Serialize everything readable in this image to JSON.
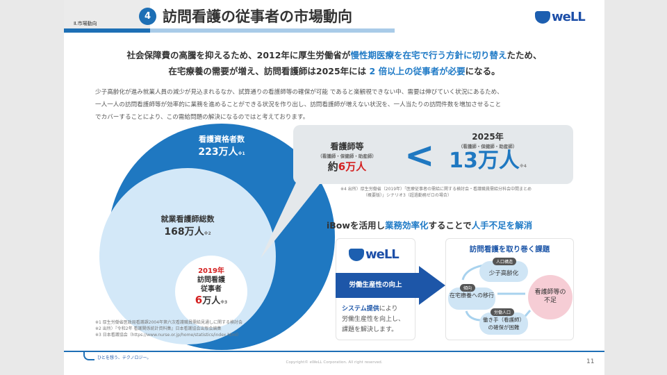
{
  "header": {
    "section": "Ⅱ.市場動向",
    "number": "4",
    "title": "訪問看護の従事者の市場動向",
    "logo": "weLL"
  },
  "headline": {
    "line1_a": "社会保障費の高騰を抑えるため、2012年に厚生労働省が",
    "line1_b": "慢性期医療を在宅で行う方針に切り替え",
    "line1_c": "たため、",
    "line2_a": "在宅療養の需要が増え、訪問看護師は2025年には ",
    "line2_b": "2 倍以上の従事者が必要",
    "line2_c": "になる。"
  },
  "paragraph": [
    "少子高齢化が進み就業人員の減少が見込まれるなか、試算通りの看護師等の確保が可能 であると楽観視できない中、需要は伸びていく状況にあるため、",
    "一人一人の訪問看護師等が効率的に業務を進めることができる状況を作り出し、訪問看護師が増えない状況を、一人当たりの訪問件数を増加させること",
    "でカバーすることにより、この需給問題の解決になるのではと考えております。"
  ],
  "circles": {
    "outer": {
      "label": "看護資格者数",
      "value": "223万人",
      "note": "※1"
    },
    "middle": {
      "label": "就業看護師総数",
      "value": "168万人",
      "note": "※2"
    },
    "inner": {
      "year": "2019年",
      "label1": "訪問看護",
      "label2": "従事者",
      "value_num": "6",
      "value_unit": "万人",
      "note": "※3"
    }
  },
  "callout": {
    "left_title": "看護師等",
    "left_sub": "（看護師・保健師・助産師）",
    "left_prefix": "約",
    "left_value": "6万人",
    "symbol": "<",
    "right_year": "2025年",
    "right_sub": "（看護師・保健師・助産師）",
    "right_value": "13万人",
    "right_note": "※4",
    "source1": "※4  出所）厚生労働省（2019年）「医療従事者の需給に関する検討会・看護職員需給分科会中間まとめ",
    "source2": "（概要版）」シナリオ3（超過勤務ゼロの場合）"
  },
  "solution": {
    "title_a": "iBowを活用し",
    "title_b": "業務効率化",
    "title_c": "することで",
    "title_d": "人手不足を解消",
    "arrow_label": "労働生産性の向上",
    "desc_a": "システム提供",
    "desc_b": "により",
    "desc_c": "労働生産性を向上し、",
    "desc_d": "課題を解決します。"
  },
  "issues": {
    "title": "訪問看護を取り巻く課題",
    "items": [
      {
        "tag": "人口構造",
        "text": "少子高齢化"
      },
      {
        "tag": "傾向",
        "text": "在宅療養への移行"
      },
      {
        "tag": "労働人口",
        "text": "働き手（看護師）の確保が困難"
      }
    ],
    "result": "看護師等の不足"
  },
  "footnotes": [
    "※1 厚生労働省医政局看護課2004年第六次看護職員需給見通しに関する検討会",
    "※2 出所）『令和2年 看護関係統計資料集』日本看護協会出版会編集",
    "※3 日本看護協会（https://www.nurse.or.jp/home/statistics/index.html）"
  ],
  "footer": {
    "slogan": "ひとを想う、テクノロジー。",
    "copyright": "Copyright© eWeLL Corporation. All right reserved.",
    "page": "11"
  }
}
